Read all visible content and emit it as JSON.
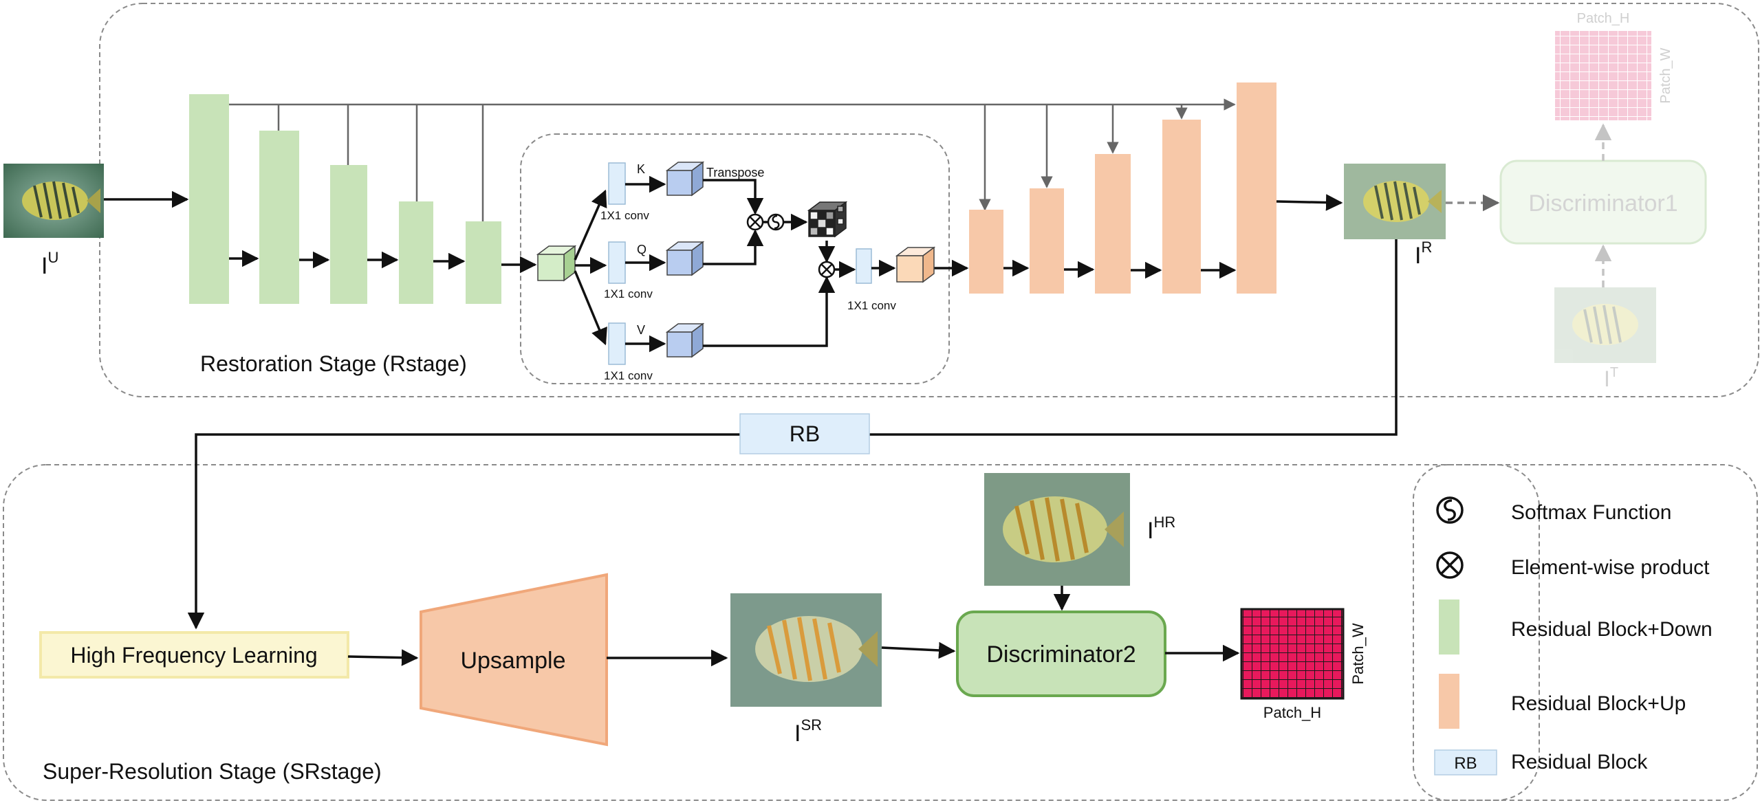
{
  "restoration": {
    "label": "Restoration Stage (Rstage)",
    "input_label": "I",
    "input_sup": "U",
    "output_label": "I",
    "output_sup": "R",
    "conv_k": "1X1 conv",
    "conv_q": "1X1 conv",
    "conv_v": "1X1 conv",
    "conv_out": "1X1 conv",
    "k_label": "K",
    "q_label": "Q",
    "v_label": "V",
    "transpose_label": "Transpose"
  },
  "discriminator1": {
    "label": "Discriminator1",
    "patch_h": "Patch_H",
    "patch_w": "Patch_W",
    "target_label": "I",
    "target_sup": "T"
  },
  "rb_bridge": {
    "label": "RB"
  },
  "super_resolution": {
    "label": "Super-Resolution Stage (SRstage)",
    "hfl_label": "High Frequency Learning",
    "upsample_label": "Upsample",
    "sr_label": "I",
    "sr_sup": "SR",
    "hr_label": "I",
    "hr_sup": "HR",
    "discriminator2_label": "Discriminator2",
    "patch_h": "Patch_H",
    "patch_w": "Patch_W"
  },
  "legend": {
    "items": [
      {
        "label": "Softmax Function",
        "icon": "softmax-icon"
      },
      {
        "label": "Element-wise product",
        "icon": "element-wise-product-icon"
      },
      {
        "label": "Residual Block+Down",
        "icon": "green-block-swatch"
      },
      {
        "label": "Residual Block+Up",
        "icon": "orange-block-swatch"
      },
      {
        "label": "Residual Block",
        "icon": "rb-swatch",
        "swatch_text": "RB"
      }
    ]
  },
  "colors": {
    "down_block": "#c8e3b8",
    "up_block": "#f7c8a8",
    "cube_blue": "#b9cdf0",
    "cube_green": "#d4edc8",
    "cube_orange": "#fbd9b8",
    "rb_fill": "#dfeefb",
    "hfl_fill": "#fbf6d2",
    "patch_fill": "#e8195c"
  }
}
